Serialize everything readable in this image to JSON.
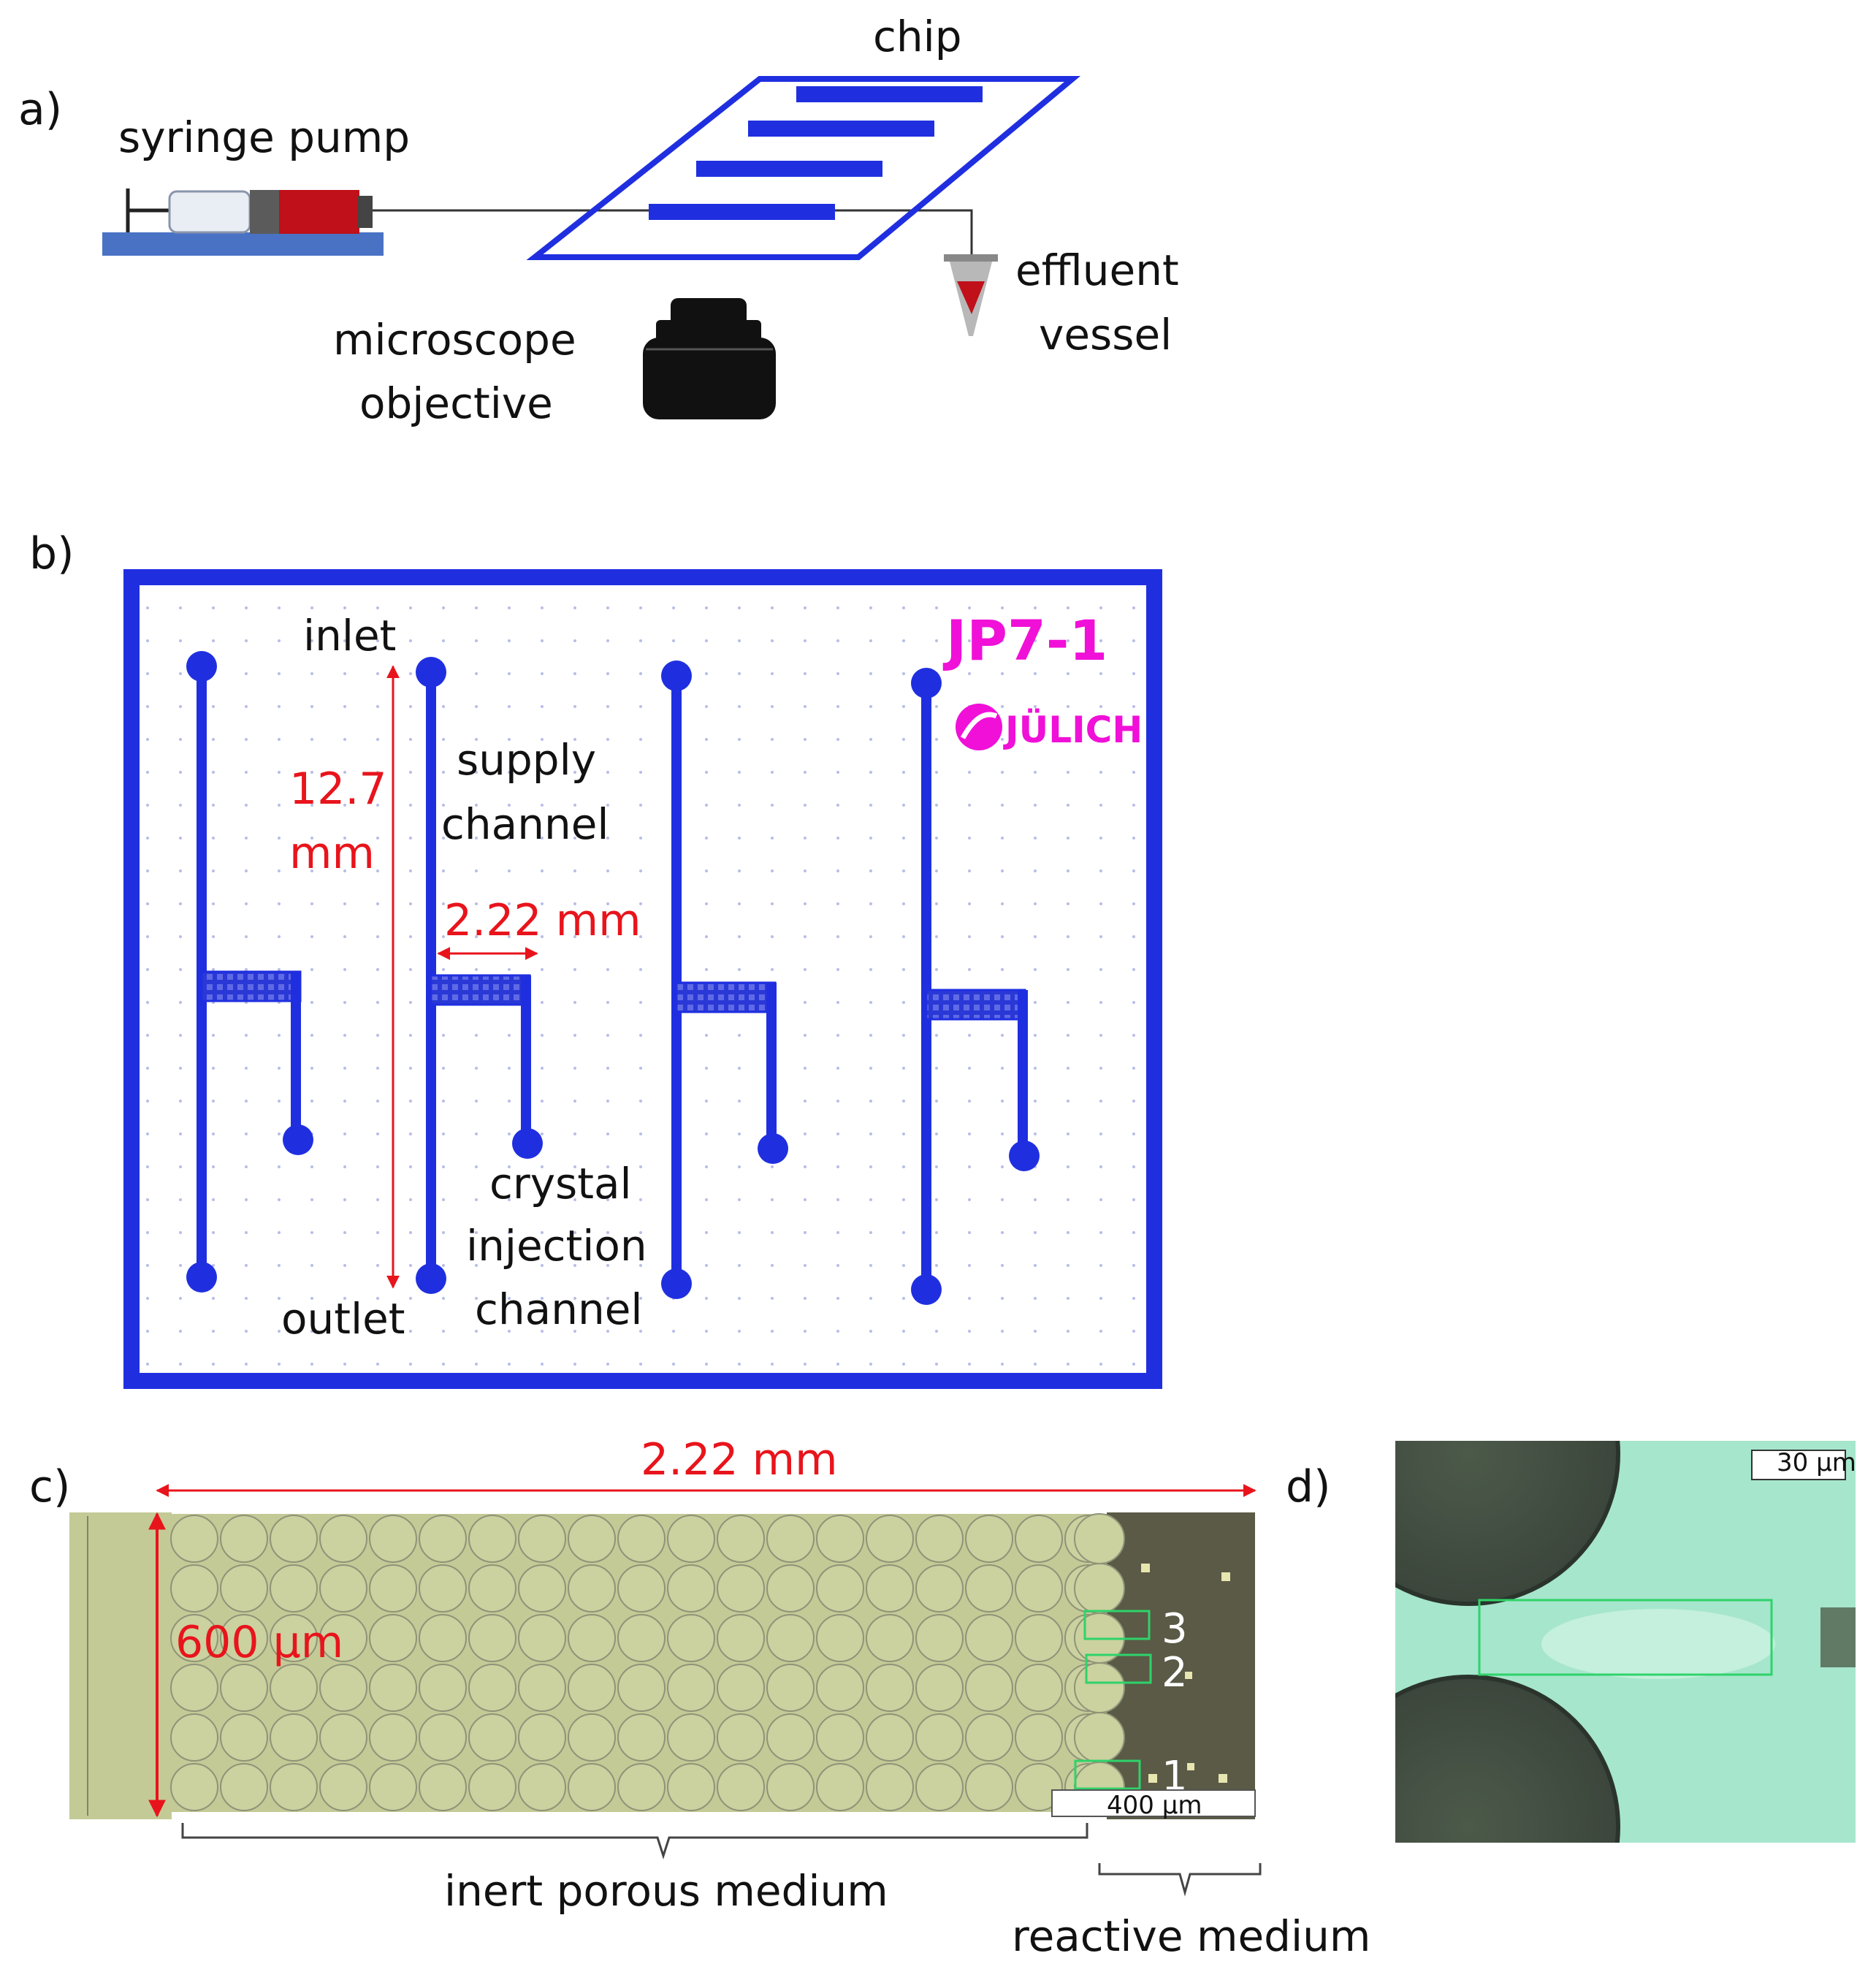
{
  "panels": {
    "a": "a)",
    "b": "b)",
    "c": "c)",
    "d": "d)"
  },
  "panel_a": {
    "chip": "chip",
    "syringe_pump": "syringe pump",
    "microscope_line1": "microscope",
    "microscope_line2": "objective",
    "effluent_line1": "effluent",
    "effluent_line2": "vessel"
  },
  "panel_b": {
    "inlet": "inlet",
    "outlet": "outlet",
    "length_value": "12.7",
    "length_unit": "mm",
    "width": "2.22 mm",
    "supply_line1": "supply",
    "supply_line2": "channel",
    "crystal_line1": "crystal",
    "crystal_line2": "injection",
    "crystal_line3": "channel",
    "chip_id": "JP7-1",
    "logo_text": "JÜLICH"
  },
  "panel_c": {
    "width": "2.22 mm",
    "height": "600 µm",
    "scale_bar": "400 µm",
    "box1": "1",
    "box2": "2",
    "box3": "3",
    "inert": "inert porous medium",
    "reactive": "reactive medium"
  },
  "panel_d": {
    "scale_bar": "30 µm"
  },
  "colors": {
    "blue": "#1f2fe0",
    "red": "#e8141c",
    "magenta": "#f010d8",
    "inert_bg": "#c6cc9a",
    "reactive_bg": "#5a5a46",
    "cyan_bg": "#a6e6cc",
    "green_box": "#2fd36a"
  }
}
